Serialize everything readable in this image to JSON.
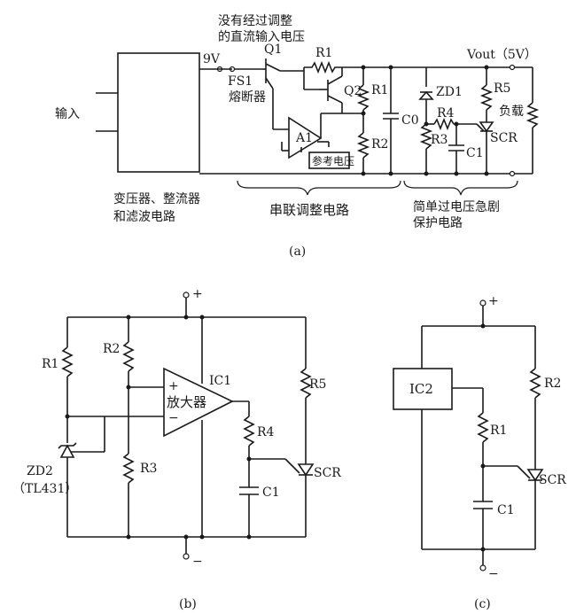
{
  "panel_a": {
    "caption": "(a)",
    "input_label": "输入",
    "block_label_line1": "变压器、整流器",
    "block_label_line2": "和滤波电路",
    "top_note_line1": "没有经过调整",
    "top_note_line2": "的直流输入电压",
    "v9": "9V",
    "fs1": "FS1",
    "fuse": "熔断器",
    "q1": "Q1",
    "r1_top": "R1",
    "q2": "Q2",
    "r1": "R1",
    "r2": "R2",
    "a1": "A1",
    "ref": "参考电压",
    "c0": "C0",
    "zd1": "ZD1",
    "r4": "R4",
    "r3": "R3",
    "c1": "C1",
    "r5": "R5",
    "scr": "SCR",
    "vout": "Vout（5V）",
    "load": "负载",
    "series_label": "串联调整电路",
    "protect_line1": "简单过电压急剧",
    "protect_line2": "保护电路"
  },
  "panel_b": {
    "caption": "(b)",
    "plus": "+",
    "minus": "−",
    "r1": "R1",
    "r2": "R2",
    "r3": "R3",
    "r4": "R4",
    "r5": "R5",
    "ic1": "IC1",
    "amp": "放大器",
    "c1": "C1",
    "scr": "SCR",
    "zd2": "ZD2",
    "tl431": "（TL431）",
    "in_plus": "+",
    "in_minus": "−"
  },
  "panel_c": {
    "caption": "(c)",
    "plus": "+",
    "minus": "−",
    "ic2": "IC2",
    "r1": "R1",
    "r2": "R2",
    "c1": "C1",
    "scr": "SCR"
  }
}
